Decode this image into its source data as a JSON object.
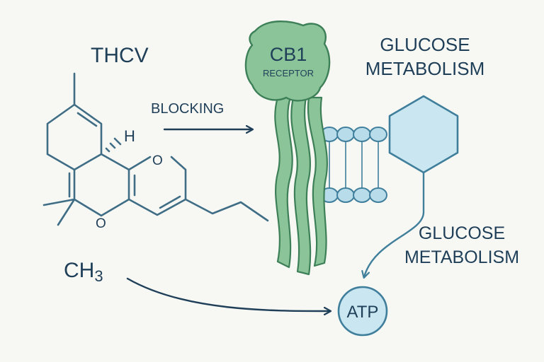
{
  "molecule": {
    "name": "THCV",
    "h_label": "H",
    "o_label_upper": "O",
    "o_label_lower": "O",
    "methyl_label": "CH3"
  },
  "blocking_label": "BLOCKING",
  "receptor": {
    "title": "CB1",
    "subtitle": "RECEPTOR"
  },
  "glucose_top": {
    "line1": "GLUCOSE",
    "line2": "METABOLISM"
  },
  "glucose_right": {
    "line1": "GLUCOSE",
    "line2": "METABOLISM"
  },
  "atp_label": "ATP",
  "colors": {
    "background": "#f7f8f3",
    "text": "#1f3f59",
    "bond": "#3f6d86",
    "receptor_fill": "#8cc49a",
    "receptor_stroke": "#3d7f57",
    "membrane_fill": "#b9dcea",
    "membrane_stroke": "#3f7f9c",
    "atp_fill": "#c9e6f1"
  }
}
